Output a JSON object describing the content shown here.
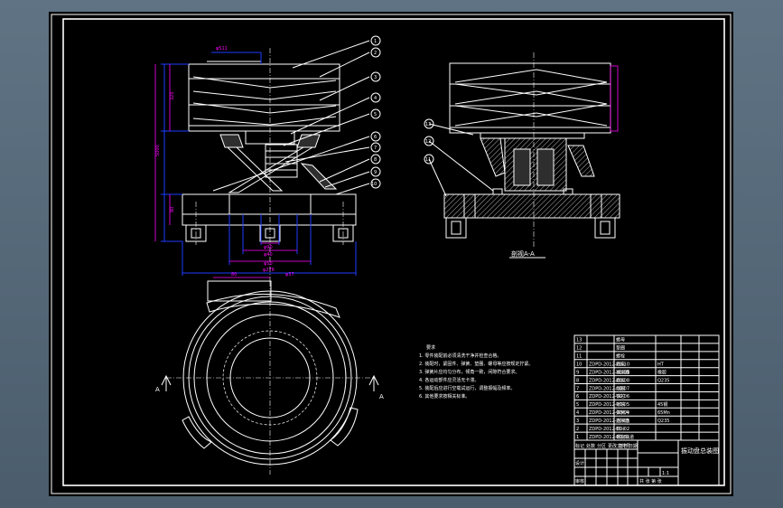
{
  "drawing": {
    "title": "振动盘总装图",
    "section_label": "剖视A-A",
    "section_mark": "A",
    "balloons": [
      "1",
      "2",
      "3",
      "4",
      "5",
      "6",
      "7",
      "8",
      "9",
      "10",
      "11",
      "12",
      "13"
    ],
    "dimensions": {
      "top_width": "φ511",
      "height_main": "320",
      "height_total": "5000",
      "height_base": "80",
      "dia_1": "φ90",
      "dia_2": "φ40",
      "dia_3": "φ50",
      "dia_4": "φ276",
      "width_bottom": "80",
      "dia_5": "φ37"
    },
    "notes": {
      "heading": "要求",
      "lines": [
        "1. 零件装配前必须清洗干净并检查合格。",
        "2. 装配时，紧固件、弹簧、垫圈、螺母等应按规定拧紧。",
        "3. 弹簧片应均匀分布，倾角一致，间隙符合要求。",
        "4. 各运动部件应灵活无卡滞。",
        "5. 装配后应进行空载试运行，调整振幅及频率。",
        "6. 其他要求按相关标准。"
      ]
    },
    "parts_table": {
      "rows": [
        {
          "no": "13",
          "code": "",
          "name": "螺母",
          "note": ""
        },
        {
          "no": "12",
          "code": "",
          "name": "垫圈",
          "note": ""
        },
        {
          "no": "11",
          "code": "",
          "name": "螺栓",
          "note": ""
        },
        {
          "no": "10",
          "code": "ZDPD-2012-00-10",
          "name": "底座",
          "note": "HT"
        },
        {
          "no": "9",
          "code": "ZDPD-2012-00-09",
          "name": "减振器",
          "note": "橡胶"
        },
        {
          "no": "8",
          "code": "ZDPD-2012-00-08",
          "name": "底板",
          "note": "Q235"
        },
        {
          "no": "7",
          "code": "ZDPD-2012-00-07",
          "name": "线圈",
          "note": ""
        },
        {
          "no": "6",
          "code": "ZDPD-2012-00-06",
          "name": "铁芯",
          "note": ""
        },
        {
          "no": "5",
          "code": "ZDPD-2012-00-05",
          "name": "衔铁",
          "note": "45钢"
        },
        {
          "no": "4",
          "code": "ZDPD-2012-00-04",
          "name": "弹簧片",
          "note": "65Mn"
        },
        {
          "no": "3",
          "code": "ZDPD-2012-00-03",
          "name": "连接盘",
          "note": "Q235"
        },
        {
          "no": "2",
          "code": "ZDPD-2012-00-02",
          "name": "料斗",
          "note": ""
        },
        {
          "no": "1",
          "code": "ZDPD-2012-00-01",
          "name": "螺旋轨道",
          "note": ""
        }
      ],
      "title_block": {
        "labels": [
          "标记",
          "处数",
          "分区",
          "更改文件号",
          "签名",
          "日期"
        ],
        "designer": "设计",
        "checker": "审核",
        "scale": "1:1",
        "sheet": "共 张 第 张"
      }
    }
  }
}
